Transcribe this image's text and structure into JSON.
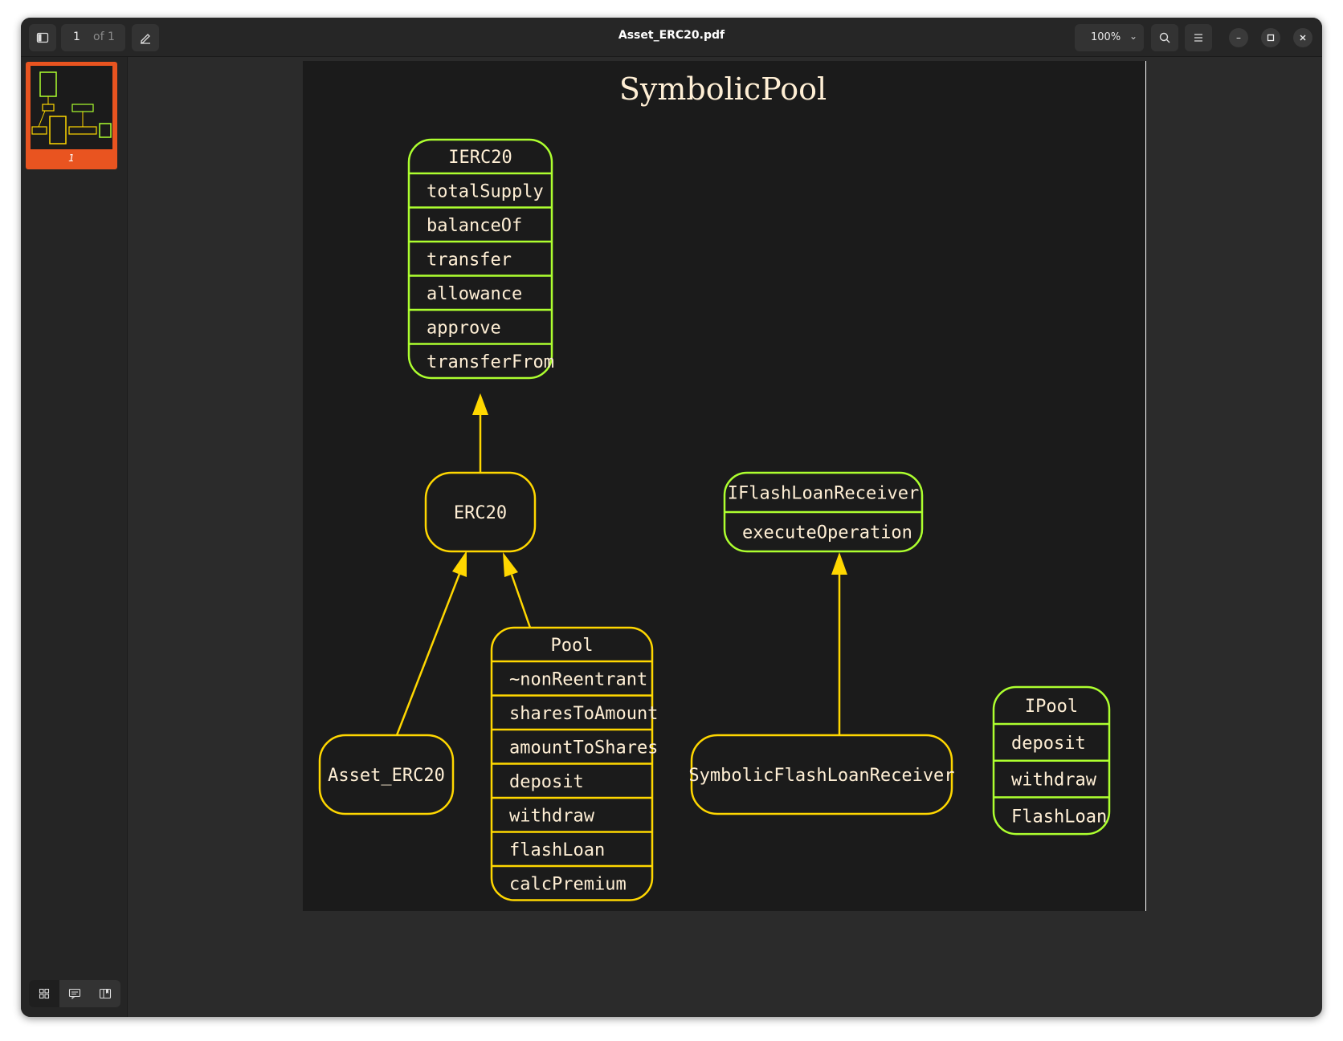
{
  "window": {
    "title": "Asset_ERC20.pdf",
    "page_current": "1",
    "page_total": "of 1",
    "zoom": "100%"
  },
  "sidebar": {
    "thumbnail_page": "1"
  },
  "icons": {
    "sidebar_toggle": "sidebar-toggle-icon",
    "annotate": "pencil-icon",
    "search": "search-icon",
    "menu": "hamburger-menu-icon",
    "minimize": "minimize-icon",
    "maximize": "maximize-icon",
    "close": "close-icon",
    "thumbnails": "grid-icon",
    "annotations": "comment-icon",
    "bookmarks": "bookmark-icon"
  },
  "colors": {
    "accent": "#e95420",
    "interface_stroke": "#adff2f",
    "contract_stroke": "#ffd700",
    "page_background": "#1b1b1b",
    "text": "#ffefd5"
  },
  "diagram": {
    "title": "SymbolicPool",
    "nodes": {
      "ierc20": {
        "header": "IERC20",
        "rows": [
          "totalSupply",
          "balanceOf",
          "transfer",
          "allowance",
          "approve",
          "transferFrom"
        ]
      },
      "erc20": {
        "header": "ERC20",
        "rows": []
      },
      "pool": {
        "header": "Pool",
        "rows": [
          "~nonReentrant",
          "sharesToAmount",
          "amountToShares",
          "deposit",
          "withdraw",
          "flashLoan",
          "calcPremium"
        ]
      },
      "asset_erc20": {
        "header": "Asset_ERC20",
        "rows": []
      },
      "iflashloanreceiver": {
        "header": "IFlashLoanReceiver",
        "rows": [
          "executeOperation"
        ]
      },
      "symbolicflashloanreceiver": {
        "header": "SymbolicFlashLoanReceiver",
        "rows": []
      },
      "ipool": {
        "header": "IPool",
        "rows": [
          "deposit",
          "withdraw",
          "FlashLoan"
        ]
      }
    }
  }
}
